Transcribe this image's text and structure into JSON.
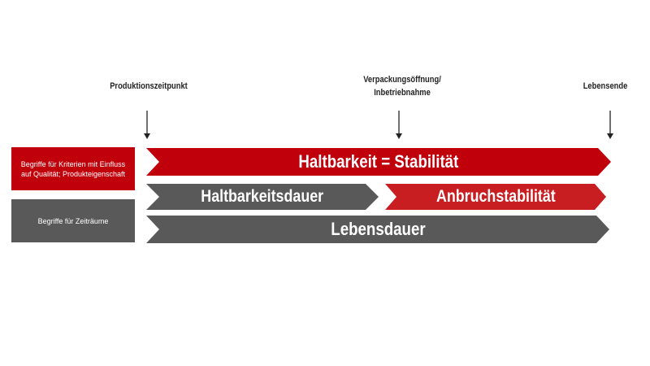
{
  "milestones": {
    "production": "Produktionszeitpunkt",
    "opening_line1": "Verpackungsöffnung/",
    "opening_line2": "Inbetriebnahme",
    "end": "Lebensende"
  },
  "legend": {
    "criteria": "Begriffe für Kriterien mit Einfluss auf Qualität; Produkteigenschaft",
    "periods": "Begriffe für Zeiträume"
  },
  "bars": {
    "stability": "Haltbarkeit = Stabilität",
    "shelf_life": "Haltbarkeitsdauer",
    "in_use_stability": "Anbruchstabilität",
    "lifetime": "Lebensdauer"
  },
  "colors": {
    "criteria": "#c0000b",
    "criteria_light": "#c81e22",
    "periods": "#595959"
  }
}
